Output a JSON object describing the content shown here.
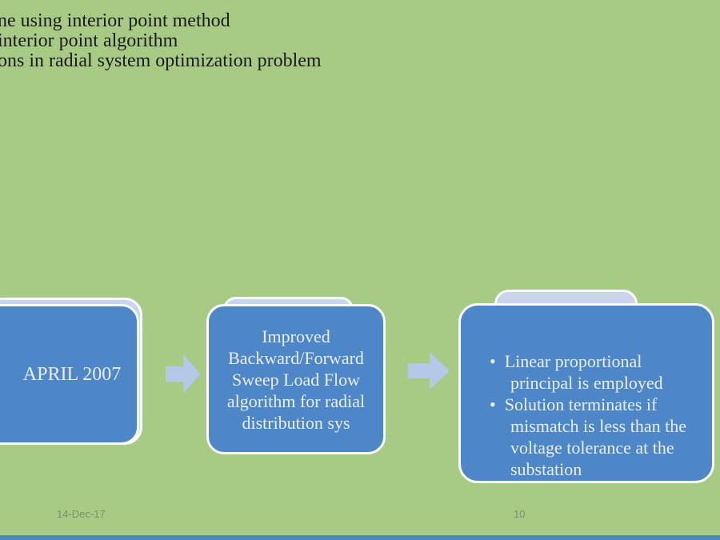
{
  "top_text": {
    "line1": "ne using interior point method",
    "line2": "interior point algorithm",
    "line3": "ons in radial system optimization problem"
  },
  "flow": {
    "box1": {
      "label": "APRIL 2007"
    },
    "box2": {
      "label": "Improved\nBackward/Forward\nSweep Load Flow\nalgorithm for radial\ndistribution sys"
    },
    "box3": {
      "bullets": [
        "Linear proportional principal is employed",
        "Solution terminates if mismatch is less than the voltage tolerance at the substation"
      ]
    },
    "arrows": [
      "right-block-arrow",
      "right-block-arrow"
    ]
  },
  "footer": {
    "date": "14-Dec-17",
    "page_number": "10"
  },
  "colors": {
    "background": "#a7ca85",
    "box_fill": "#4d87c7",
    "box_border": "#fbfcfe",
    "back_shape_fill": "#c9d4ed",
    "arrow_fill": "#b4c9e7",
    "box_text": "#e9eef8",
    "top_text": "#1b1b1b",
    "footer_text": "#54624d",
    "accent_bar": "#4b86c5"
  }
}
